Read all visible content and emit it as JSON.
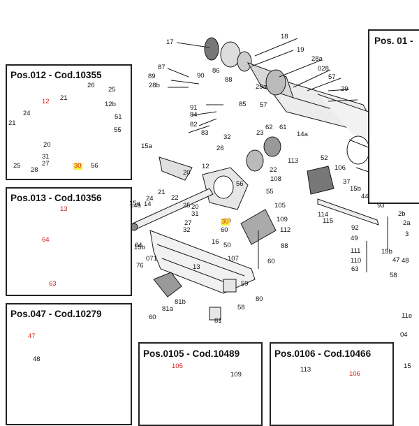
{
  "colors": {
    "line": "#1a1a1a",
    "red_label": "#d62020",
    "highlight": "#f6f03a",
    "part_fill": "#e8e8e8",
    "part_dark": "#6a6a6a"
  },
  "boxes": {
    "pos01": {
      "title": "Pos. 01 -"
    },
    "pos012": {
      "title": "Pos.012 - Cod.10355"
    },
    "pos013": {
      "title": "Pos.013 - Cod.10356"
    },
    "pos047": {
      "title": "Pos.047 - Cod.10279"
    },
    "pos0105": {
      "title": "Pos.0105 - Cod.10489"
    },
    "pos0106": {
      "title": "Pos.0106 - Cod.10466"
    }
  },
  "labels": {
    "box012": [
      "26",
      "25",
      "12",
      "21",
      "12b",
      "24",
      "51",
      "21",
      "55",
      "20",
      "31",
      "25",
      "27",
      "28",
      "30",
      "56"
    ],
    "box013": [
      "13",
      "64",
      "63"
    ],
    "box047": [
      "47",
      "48"
    ],
    "box0105": [
      "105",
      "109"
    ],
    "box0106": [
      "113",
      "106"
    ],
    "main": [
      "17",
      "18",
      "19",
      "28a",
      "87",
      "90",
      "86",
      "028",
      "89",
      "88",
      "28b",
      "57",
      "29a",
      "29",
      "91",
      "85",
      "84",
      "57",
      "82",
      "83",
      "62",
      "61",
      "14a",
      "32",
      "23",
      "26",
      "113",
      "52",
      "15a",
      "22",
      "12",
      "106",
      "20",
      "108",
      "37",
      "15b",
      "21",
      "44",
      "56",
      "55",
      "15a",
      "22",
      "24",
      "25",
      "105",
      "14",
      "114",
      "93",
      "14a",
      "20",
      "31",
      "109",
      "115",
      "2b",
      "2a",
      "27",
      "30",
      "112",
      "92",
      "32",
      "16",
      "60",
      "88",
      "49",
      "3",
      "15b",
      "111",
      "50",
      "15b",
      "64",
      "107",
      "110",
      "60",
      "47",
      "071",
      "13",
      "63",
      "48",
      "76",
      "59",
      "58",
      "81",
      "81b",
      "81a",
      "60",
      "58",
      "80",
      "11e",
      "04",
      "15"
    ]
  }
}
